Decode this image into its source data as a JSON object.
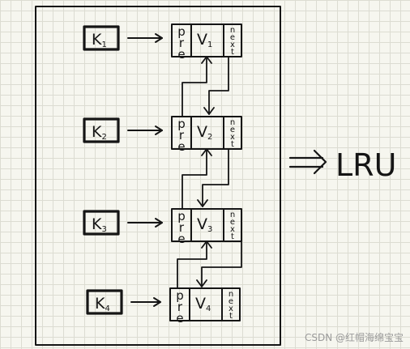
{
  "keys": [
    {
      "key": "K",
      "sub": "1",
      "value": "V",
      "value_sub": "1"
    },
    {
      "key": "K",
      "sub": "2",
      "value": "V",
      "value_sub": "2"
    },
    {
      "key": "K",
      "sub": "3",
      "value": "V",
      "value_sub": "3"
    },
    {
      "key": "K",
      "sub": "4",
      "value": "V",
      "value_sub": "4"
    }
  ],
  "node_fields": {
    "pre": "pre",
    "next": "next"
  },
  "result_label": "LRU",
  "watermark": "CSDN @红帽海绵宝宝",
  "colors": {
    "ink": "#151515",
    "grid": "#dcdcd2",
    "paper": "#f6f6ef"
  }
}
